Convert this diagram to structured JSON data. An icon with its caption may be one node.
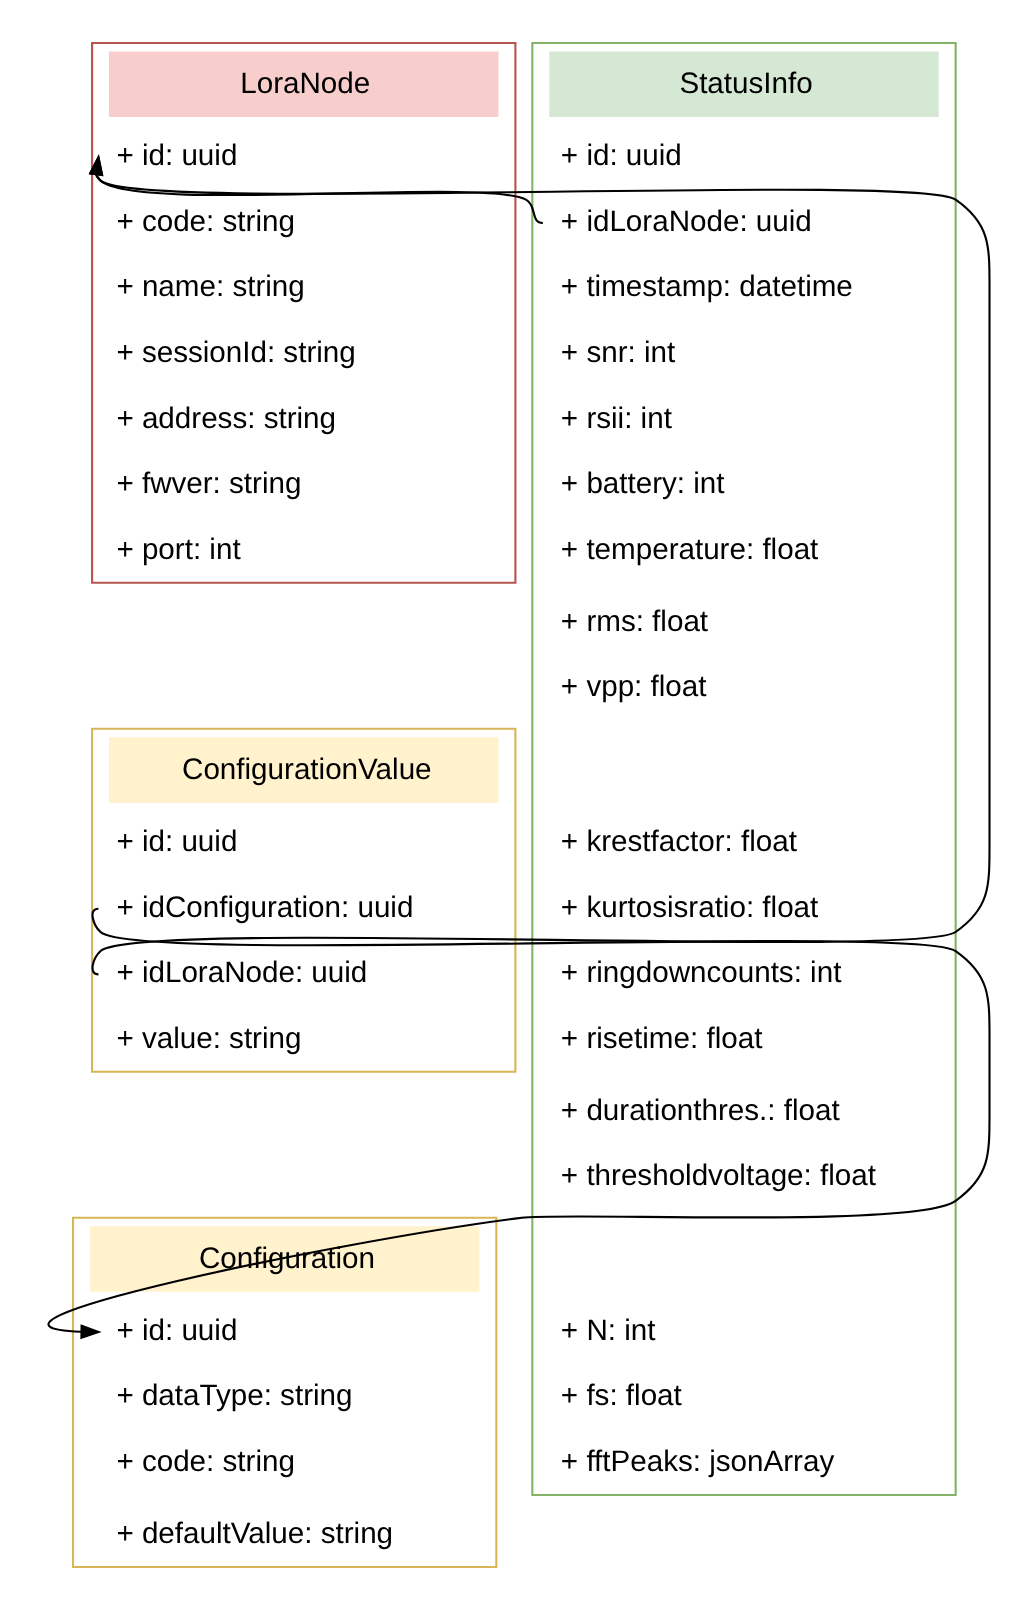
{
  "diagram": {
    "nodes": [
      {
        "text": [
          "LoraNode"
        ]
      },
      {
        "text": [
          "+ id: uuid"
        ],
        "in": 0
      },
      {
        "text": [
          "+ code: string"
        ],
        "in": 0
      },
      {
        "text": [
          "+ name: string"
        ],
        "in": 0
      },
      {
        "text": [
          "+ sessionId: string"
        ],
        "in": 0
      },
      {
        "text": [
          "+ address: string"
        ],
        "in": 0
      },
      {
        "text": [
          "+ fwver: string"
        ],
        "in": 0
      },
      {
        "text": [
          "+ port: int"
        ],
        "in": 0
      },
      {
        "text": [
          "StatusInfo"
        ]
      },
      {
        "text": [
          "+ id: uuid"
        ],
        "in": 8
      },
      {
        "text": [
          "+ idLoraNode: uuid"
        ],
        "in": 8
      },
      {
        "text": [
          "+ timestamp: datetime"
        ],
        "in": 8
      },
      {
        "text": [
          "+ snr: int"
        ],
        "in": 8
      },
      {
        "text": [
          "+ rsii: int"
        ],
        "in": 8
      },
      {
        "text": [
          "+ battery: int"
        ],
        "in": 8
      },
      {
        "text": [
          "+ temperature: float"
        ],
        "in": 8
      },
      {
        "text": [
          "+ rms: float"
        ],
        "in": 8
      },
      {
        "text": [
          "+ vpp: float"
        ],
        "in": 8
      },
      {
        "text": [
          "+ krestfactor: float"
        ],
        "in": 8
      },
      {
        "text": [
          "+ kurtosisratio: float"
        ],
        "in": 8
      },
      {
        "text": [
          "+ ringdowncounts: int"
        ],
        "in": 8
      },
      {
        "text": [
          "+ risetime: float"
        ],
        "in": 8
      },
      {
        "text": [
          "+ durationthres.: float"
        ],
        "in": 8
      },
      {
        "text": [
          "+ thresholdvoltage: float"
        ],
        "in": 8
      },
      {
        "text": [
          "+ N: int"
        ],
        "in": 8
      },
      {
        "text": [
          "+ fs: float"
        ],
        "in": 8
      },
      {
        "text": [
          "+ fftPeaks: jsonArray"
        ],
        "in": 8
      },
      {
        "text": [
          "ConfigurationValue"
        ]
      },
      {
        "text": [
          "+ id: uuid"
        ],
        "in": 27
      },
      {
        "text": [
          "+ idConfiguration: uuid"
        ],
        "in": 27
      },
      {
        "text": [
          "+ idLoraNode: uuid"
        ],
        "in": 27
      },
      {
        "text": [
          "+ value: string"
        ],
        "in": 27
      },
      {
        "text": [
          "Configuration"
        ]
      },
      {
        "text": [
          "+ id: uuid"
        ],
        "in": 32
      },
      {
        "text": [
          "+ dataType: string"
        ],
        "in": 32
      },
      {
        "text": [
          "+ code: string"
        ],
        "in": 32
      },
      {
        "text": [
          "+ defaultValue: string"
        ],
        "in": 32
      }
    ],
    "edges": [
      {
        "from": 10,
        "to": 1,
        "arrow": "to"
      },
      {
        "from": 30,
        "to": 1,
        "arrow": "to"
      },
      {
        "from": 29,
        "to": 33,
        "arrow": "to"
      }
    ]
  }
}
